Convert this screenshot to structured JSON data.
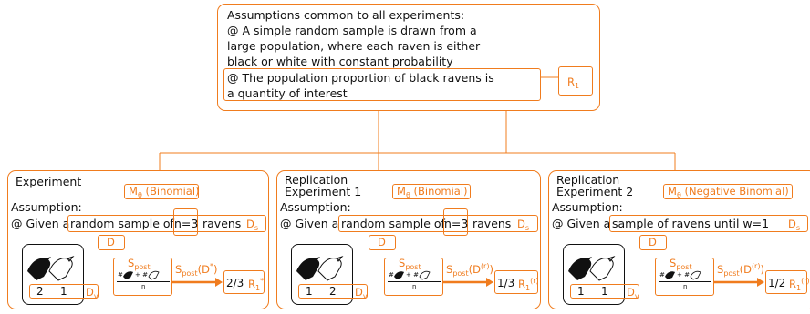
{
  "top": {
    "heading": "Assumptions common to all experiments:",
    "line1": "@ A simple random sample is drawn from a",
    "line2": "large population, where each raven is either",
    "line3": "black or white with constant probability",
    "line4": "@ The population proportion of black ravens is",
    "line5": "a quantity of interest",
    "r_label": "R",
    "r_sub": "1"
  },
  "panels": [
    {
      "title1": "Experiment",
      "title2": "",
      "model": "M",
      "model_sub": "θ",
      "model_name": " (Binomial)",
      "assumption": "Assumption:",
      "given": "@ Given a",
      "sample_text": "random sample of",
      "n_text": "n=3",
      "ravens": "ravens",
      "ds": "D",
      "ds_sub": "s",
      "d": "D",
      "count_black": "2",
      "count_white": "1",
      "dv": "D",
      "dv_sub": "v",
      "spost": "S",
      "spost_sub": "post",
      "arrow_label": "S",
      "arrow_sub": "post",
      "arrow_arg": "(D",
      "arrow_sup": "*",
      "arrow_end": ")",
      "result": "2/3",
      "r": "R",
      "r_sub": "1",
      "r_sup": "*",
      "frac_top": "#",
      "frac_plus": "+ #",
      "frac_n": "n"
    },
    {
      "title1": "Replication",
      "title2": "Experiment 1",
      "model": "M",
      "model_sub": "θ",
      "model_name": " (Binomial)",
      "assumption": "Assumption:",
      "given": "@ Given a",
      "sample_text": "random sample of",
      "n_text": "n=3",
      "ravens": "ravens",
      "ds": "D",
      "ds_sub": "s",
      "d": "D",
      "count_black": "1",
      "count_white": "2",
      "dv": "D",
      "dv_sub": "v",
      "spost": "S",
      "spost_sub": "post",
      "arrow_label": "S",
      "arrow_sub": "post",
      "arrow_arg": "(D",
      "arrow_sup": "(r)",
      "arrow_end": ")",
      "result": "1/3",
      "r": "R",
      "r_sub": "1",
      "r_sup": "(r)",
      "frac_top": "#",
      "frac_plus": "+ #",
      "frac_n": "n"
    },
    {
      "title1": "Replication",
      "title2": "Experiment 2",
      "model": "M",
      "model_sub": "θ",
      "model_name": " (Negative Binomial)",
      "assumption": "Assumption:",
      "given": "@ Given a",
      "sample_text": "sample of ravens until w=1",
      "n_text": "",
      "ravens": "",
      "ds": "D",
      "ds_sub": "s",
      "d": "D",
      "count_black": "1",
      "count_white": "1",
      "dv": "D",
      "dv_sub": "v",
      "spost": "S",
      "spost_sub": "post",
      "arrow_label": "S",
      "arrow_sub": "post",
      "arrow_arg": "(D",
      "arrow_sup": "(r)",
      "arrow_end": ")",
      "result": "1/2",
      "r": "R",
      "r_sub": "1",
      "r_sup": "(r)",
      "frac_top": "#",
      "frac_plus": "+ #",
      "frac_n": "n"
    }
  ],
  "colors": {
    "accent": "#f07c1e",
    "text": "#111111"
  },
  "icons": [
    "black-raven-icon",
    "white-raven-icon"
  ]
}
